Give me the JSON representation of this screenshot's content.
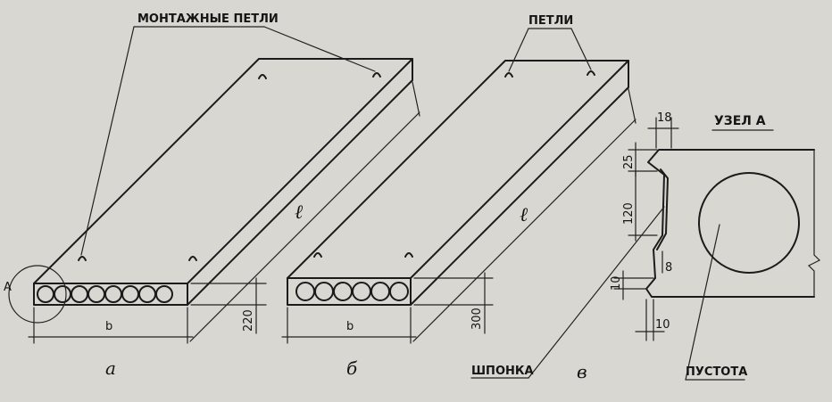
{
  "labels": {
    "mounting_loops": "МОНТАЖНЫЕ ПЕТЛИ",
    "loops": "ПЕТЛИ",
    "node_a": "УЗЕЛ А",
    "key": "ШПОНКА",
    "void": "ПУСТОТА",
    "node_marker": "А",
    "length_a": "ℓ",
    "length_b": "ℓ",
    "width_a": "b",
    "width_b": "b",
    "fig_a": "а",
    "fig_b": "б",
    "fig_c": "в"
  },
  "dimensions": {
    "thickness_a": "220",
    "thickness_b": "300",
    "node_18": "18",
    "node_25": "25",
    "node_120": "120",
    "node_8": "8",
    "node_10_left": "10",
    "node_10_bottom": "10"
  },
  "colors": {
    "paper": "#d9d7d1",
    "ink": "#1b1b1b"
  }
}
